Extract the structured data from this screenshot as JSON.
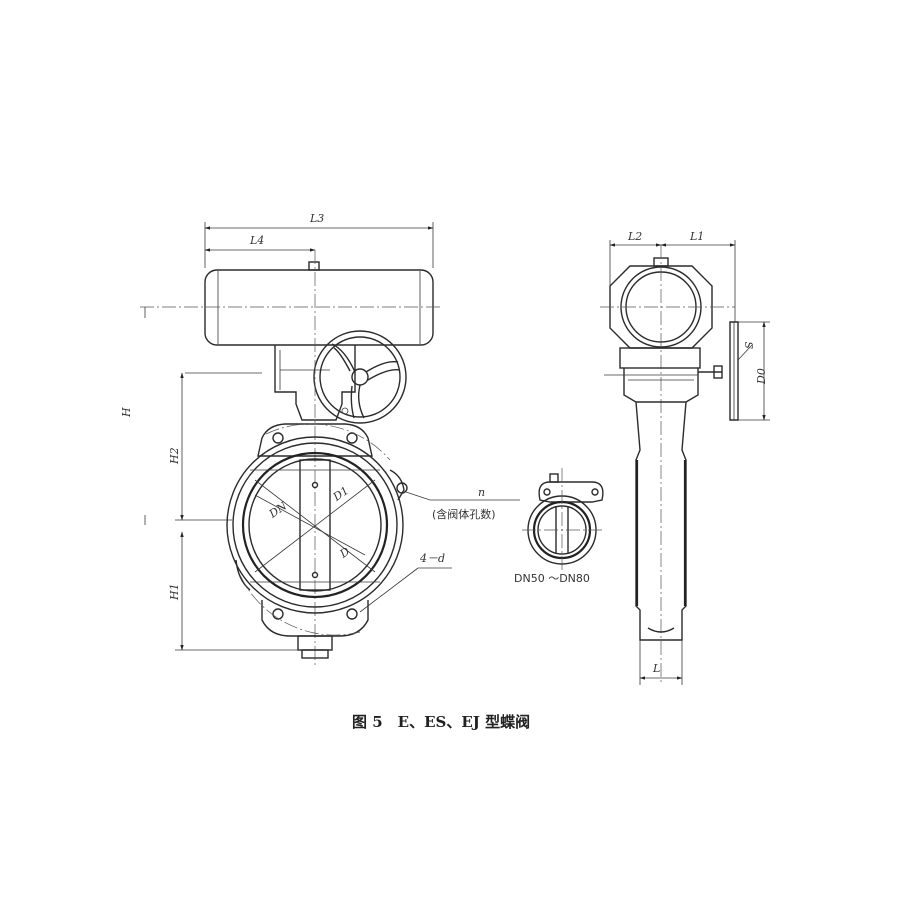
{
  "figure": {
    "caption": "图 5　E、ES、EJ 型蝶阀"
  },
  "front_view": {
    "dims": {
      "L3": "L3",
      "L4": "L4",
      "H": "H",
      "H2": "H2",
      "H1": "H1",
      "DN": "DN",
      "D1": "D1",
      "D": "D",
      "n": "n",
      "n_note": "(含阀体孔数)",
      "bolt": "4－d"
    }
  },
  "detail_view": {
    "label": "DN50 ～DN80"
  },
  "side_view": {
    "dims": {
      "L2": "L2",
      "L1": "L1",
      "L": "L",
      "S": "S",
      "D0": "D0"
    }
  }
}
